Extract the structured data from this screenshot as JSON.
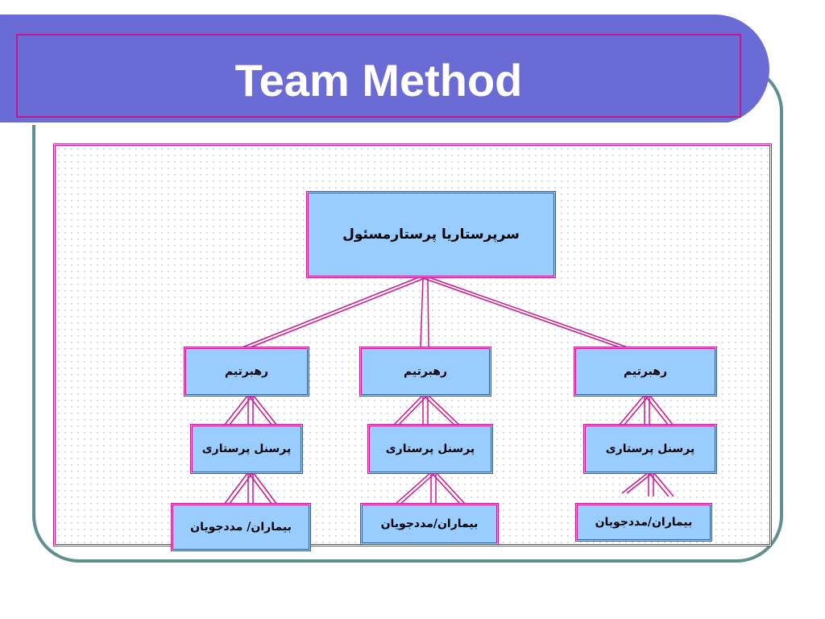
{
  "title": "Team Method",
  "colors": {
    "banner": "#6b6bd6",
    "frame": "#5f8f8f",
    "box_fill": "#99ccff",
    "box_border": "#d0148a",
    "connector": "#d0148a"
  },
  "diagram": {
    "root": {
      "label": "سرپرستاریا پرستارمسئول"
    },
    "teams": [
      {
        "leader": "رهبرتیم",
        "staff": "پرسنل پرستاری",
        "patients": "بیماران/ مددجویان"
      },
      {
        "leader": "رهبرتیم",
        "staff": "پرسنل پرستاری",
        "patients": "بیماران/مددجویان"
      },
      {
        "leader": "رهبرتیم",
        "staff": "پرسنل پرستاری",
        "patients": "بیماران/مددجویان"
      }
    ]
  }
}
